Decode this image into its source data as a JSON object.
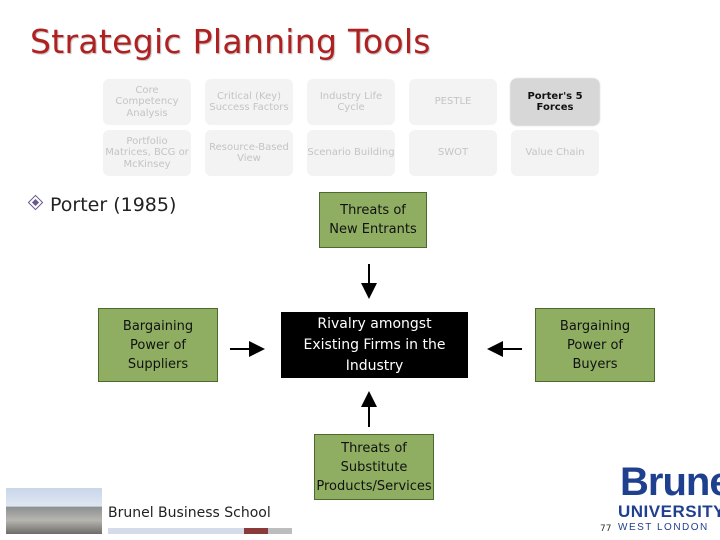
{
  "slide": {
    "title": "Strategic Planning Tools",
    "bullet": "Porter (1985)",
    "school": "Brunel Business School",
    "page_number": "77",
    "logo": {
      "name": "Brunel",
      "university": "UNIVERSITY",
      "location": "WEST LONDON"
    }
  },
  "tools": [
    {
      "label": "Core Competency Analysis",
      "active": false
    },
    {
      "label": "Critical (Key) Success Factors",
      "active": false
    },
    {
      "label": "Industry Life Cycle",
      "active": false
    },
    {
      "label": "PESTLE",
      "active": false
    },
    {
      "label": "Porter's 5 Forces",
      "active": true
    },
    {
      "label": "Portfolio Matrices, BCG or McKinsey",
      "active": false
    },
    {
      "label": "Resource-Based View",
      "active": false
    },
    {
      "label": "Scenario Building",
      "active": false
    },
    {
      "label": "SWOT",
      "active": false
    },
    {
      "label": "Value Chain",
      "active": false
    }
  ],
  "forces": {
    "new_entrants": "Threats of New Entrants",
    "suppliers": "Bargaining Power of Suppliers",
    "rivalry": "Rivalry amongst Existing Firms in the Industry",
    "buyers": "Bargaining Power of Buyers",
    "substitutes": "Threats of Substitute Products/Services"
  },
  "colors": {
    "title": "#b02020",
    "force_box": "#8fae62",
    "rivalry_box": "#000000",
    "logo": "#1f3f8f",
    "bar_blue": "#1f3f8f",
    "bar_red": "#b02020"
  }
}
